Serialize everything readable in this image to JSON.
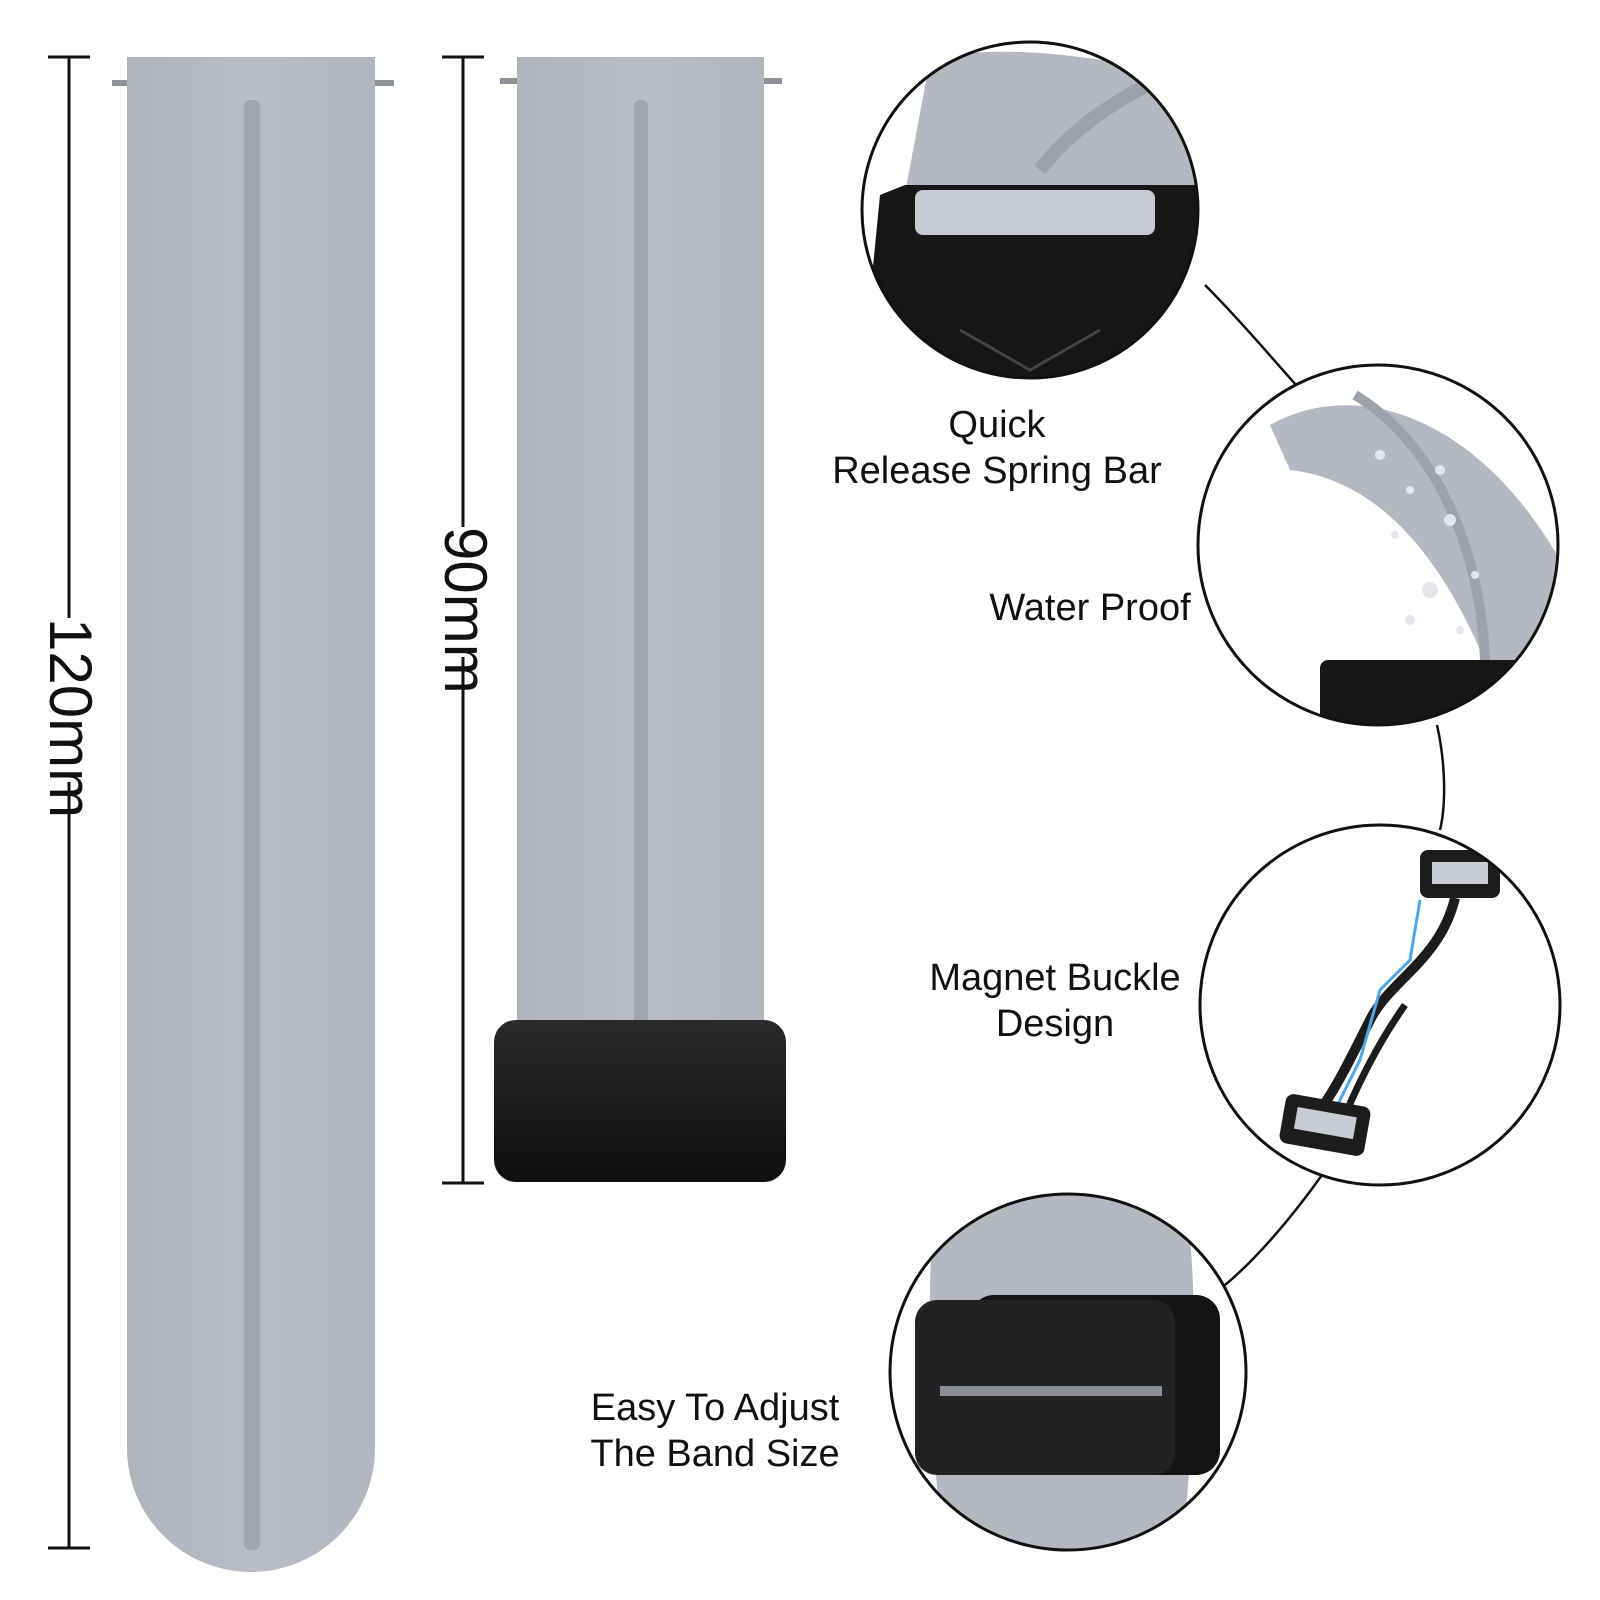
{
  "dimensions": {
    "long_strap": "120mm",
    "short_strap": "90mm"
  },
  "features": [
    {
      "id": "quick-release",
      "lines": [
        "Quick",
        "Release Spring Bar"
      ]
    },
    {
      "id": "water-proof",
      "lines": [
        "Water Proof"
      ]
    },
    {
      "id": "magnet-buckle",
      "lines": [
        "Magnet Buckle",
        "Design"
      ]
    },
    {
      "id": "easy-adjust",
      "lines": [
        "Easy To Adjust",
        "The Band Size"
      ]
    }
  ],
  "colors": {
    "strap": "#b5b8c2",
    "strap_groove": "#9ea1ab",
    "buckle": "#1a1a1a",
    "outline": "#111111"
  }
}
